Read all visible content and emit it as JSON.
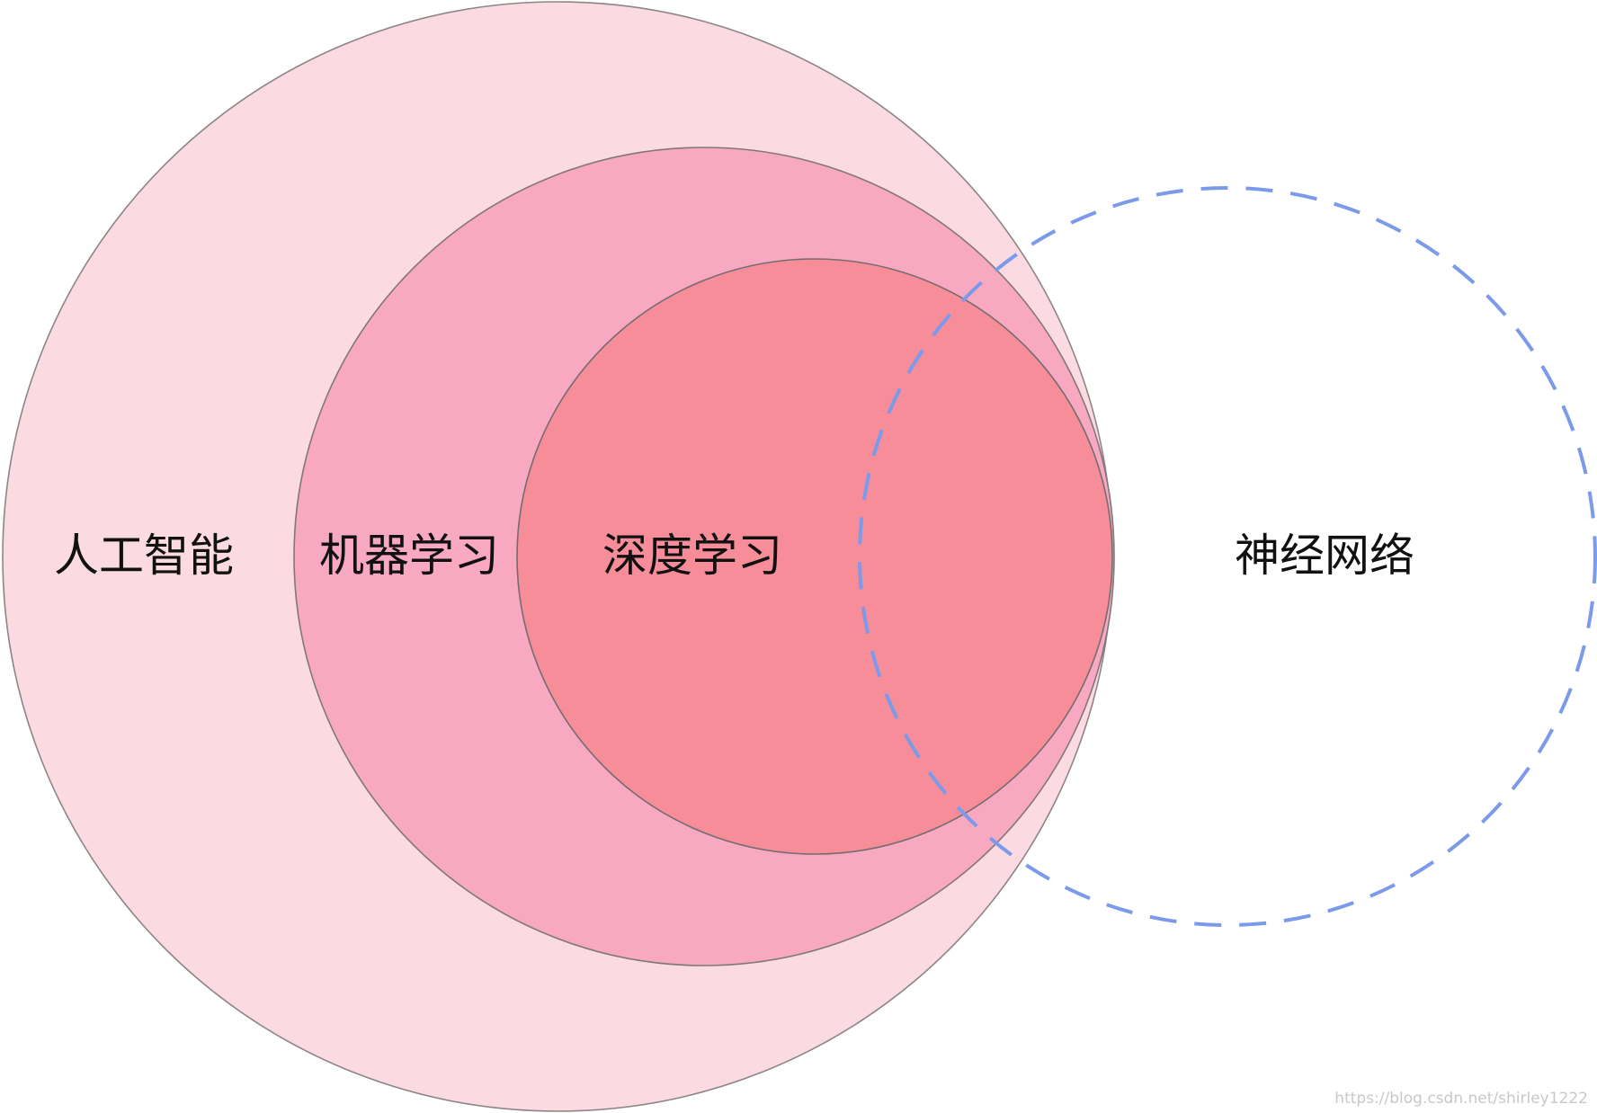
{
  "diagram": {
    "type": "nested-venn",
    "sets": [
      {
        "id": "ai",
        "label": "人工智能",
        "fill": "#fbdbe1",
        "stroke": "#8c8587"
      },
      {
        "id": "ml",
        "label": "机器学习",
        "fill": "#f9a8c2",
        "stroke": "#7f777a"
      },
      {
        "id": "dl",
        "label": "深度学习",
        "fill": "#f68d99",
        "stroke": "#746d70"
      },
      {
        "id": "nn",
        "label": "神经网络",
        "stroke": "#7b9ae9",
        "dashed": true
      }
    ],
    "watermark": "https://blog.csdn.net/shirley1222"
  }
}
